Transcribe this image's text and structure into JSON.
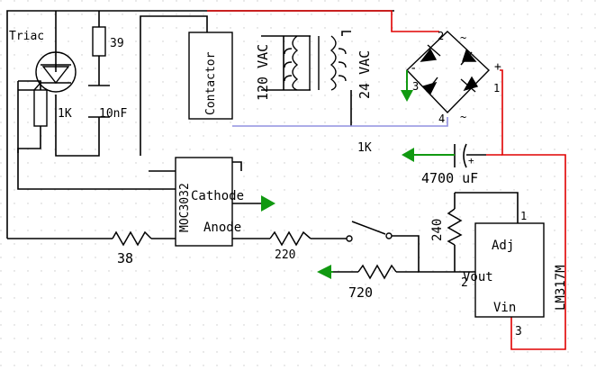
{
  "colors": {
    "wire": "#000000",
    "wire_red": "#e00000",
    "wire_blue": "#9090e0",
    "ground": "#119911",
    "grid": "#c8c8c8"
  },
  "labels": {
    "triac": "Triac",
    "r39": "39",
    "r1k_left": "1K",
    "c10nf": "10nF",
    "contactor": "Contactor",
    "vac120": "120 VAC",
    "vac24": "24 VAC",
    "bridge_pin2": "2",
    "bridge_pin3": "3",
    "bridge_pin4": "4",
    "bridge_pin1": "1",
    "bridge_minus": "-",
    "bridge_plus": "+",
    "bridge_tilde_top": "~",
    "bridge_tilde_bottom": "~",
    "r1k_mid": "1K",
    "cap_plus": "+",
    "cap4700": "4700 uF",
    "moc": "MOC3032",
    "cathode": "Cathode",
    "anode": "Anode",
    "r38": "38",
    "r220": "220",
    "r240": "240",
    "r720": "720",
    "lm_pin1": "1",
    "lm_pin2": "2",
    "lm_pin3": "3",
    "adj": "Adj",
    "vout": "Vout",
    "vin": "Vin",
    "lm317m": "LM317M"
  }
}
